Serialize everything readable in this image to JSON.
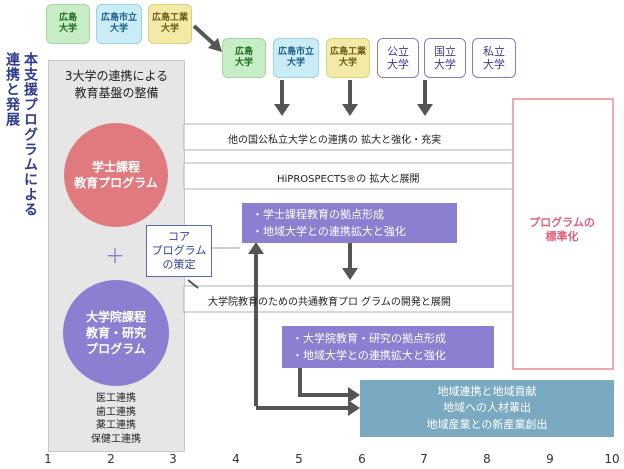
{
  "vertical_title": [
    "本支援プログラムによる",
    "連携と発展"
  ],
  "top_chips": [
    {
      "label": "広島\n大学",
      "color": "green"
    },
    {
      "label": "広島市立\n大学",
      "color": "blue"
    },
    {
      "label": "広島工業\n大学",
      "color": "yellow"
    }
  ],
  "partner_chips": [
    {
      "label": "広島\n大学",
      "color": "green"
    },
    {
      "label": "広島市立\n大学",
      "color": "blue"
    },
    {
      "label": "広島工業\n大学",
      "color": "yellow"
    },
    {
      "label": "公立\n大学",
      "color": "outline"
    },
    {
      "label": "国立\n大学",
      "color": "outline"
    },
    {
      "label": "私立\n大学",
      "color": "outline"
    }
  ],
  "infra_text": "3大学の連携による\n教育基盤の整備",
  "undergrad_circle": "学士課程\n教育プログラム",
  "plus_sign": "＋",
  "grad_circle": "大学院課程\n教育・研究\nプログラム",
  "collab_list": "医工連携\n歯工連携\n薬工連携\n保健工連携",
  "core_program": "コア\nプログラム\nの策定",
  "banners": [
    "他の国公私立大学との連携の 拡大と強化・充実",
    "HiPROSPECTS®の 拡大と展開",
    "大学院教育のための共通教育プロ グラムの開発と展開"
  ],
  "base_box_1": "・学士課程教育の拠点形成\n・地域大学との連携拡大と強化",
  "base_box_2": "・大学院教育・研究の拠点形成\n・地域大学との連携拡大と強化",
  "regional_box": "地域連携と地域貢献\n地域への人材輩出\n地域産業との新産業創出",
  "standardization": "プログラムの\n標準化",
  "axis_labels": [
    "1",
    "2",
    "3",
    "4",
    "5",
    "6",
    "7",
    "8",
    "9",
    "10"
  ],
  "colors": {
    "navy": "#2e3b8e",
    "undergrad": "#e07a7e",
    "grad": "#8a7fd0",
    "teal": "#7aa9c2",
    "arrow": "#555555",
    "pink": "#e0607a"
  }
}
